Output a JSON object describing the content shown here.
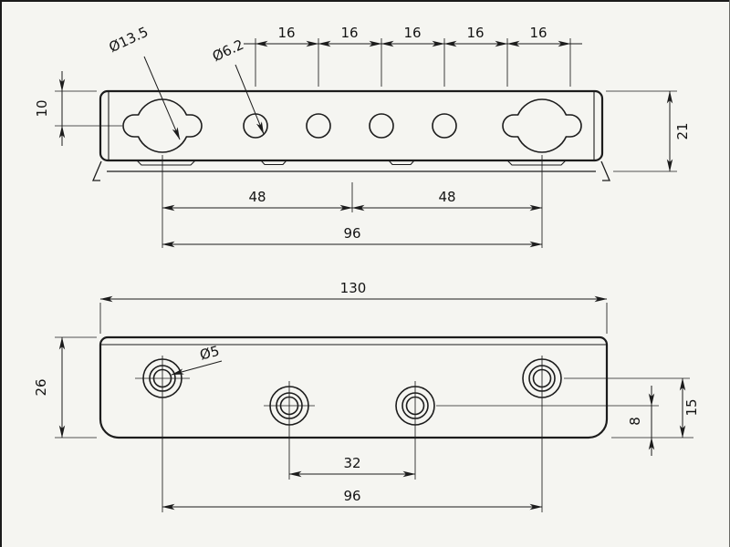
{
  "views": {
    "top": {
      "pitch": [
        "16",
        "16",
        "16",
        "16",
        "16"
      ],
      "slot_dia": "Ø13.5",
      "hole_dia": "Ø6.2",
      "edge_to_slot": "10",
      "height": "21",
      "half_spans": [
        "48",
        "48"
      ],
      "slot_span": "96"
    },
    "bottom": {
      "length": "130",
      "hole_dia": "Ø5",
      "height": "26",
      "inner_hole_offset": "8",
      "outer_hole_offset": "15",
      "inner_pitch": "32",
      "outer_span": "96"
    }
  }
}
